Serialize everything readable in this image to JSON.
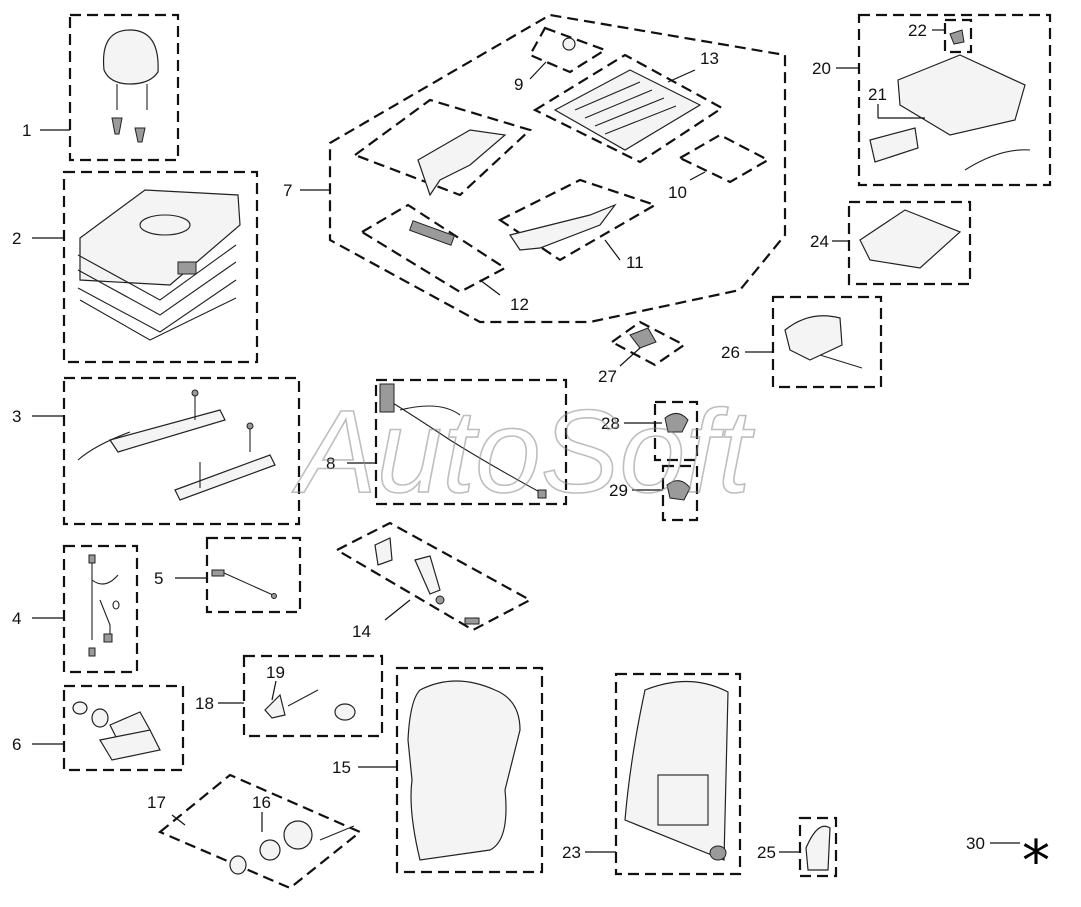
{
  "diagram": {
    "callouts": [
      "1",
      "2",
      "3",
      "4",
      "5",
      "6",
      "7",
      "8",
      "9",
      "10",
      "11",
      "12",
      "13",
      "14",
      "15",
      "16",
      "17",
      "18",
      "19",
      "20",
      "21",
      "22",
      "23",
      "24",
      "25",
      "26",
      "27",
      "28",
      "29",
      "30"
    ],
    "asterisk": "*",
    "watermark": "AutoSoft"
  }
}
